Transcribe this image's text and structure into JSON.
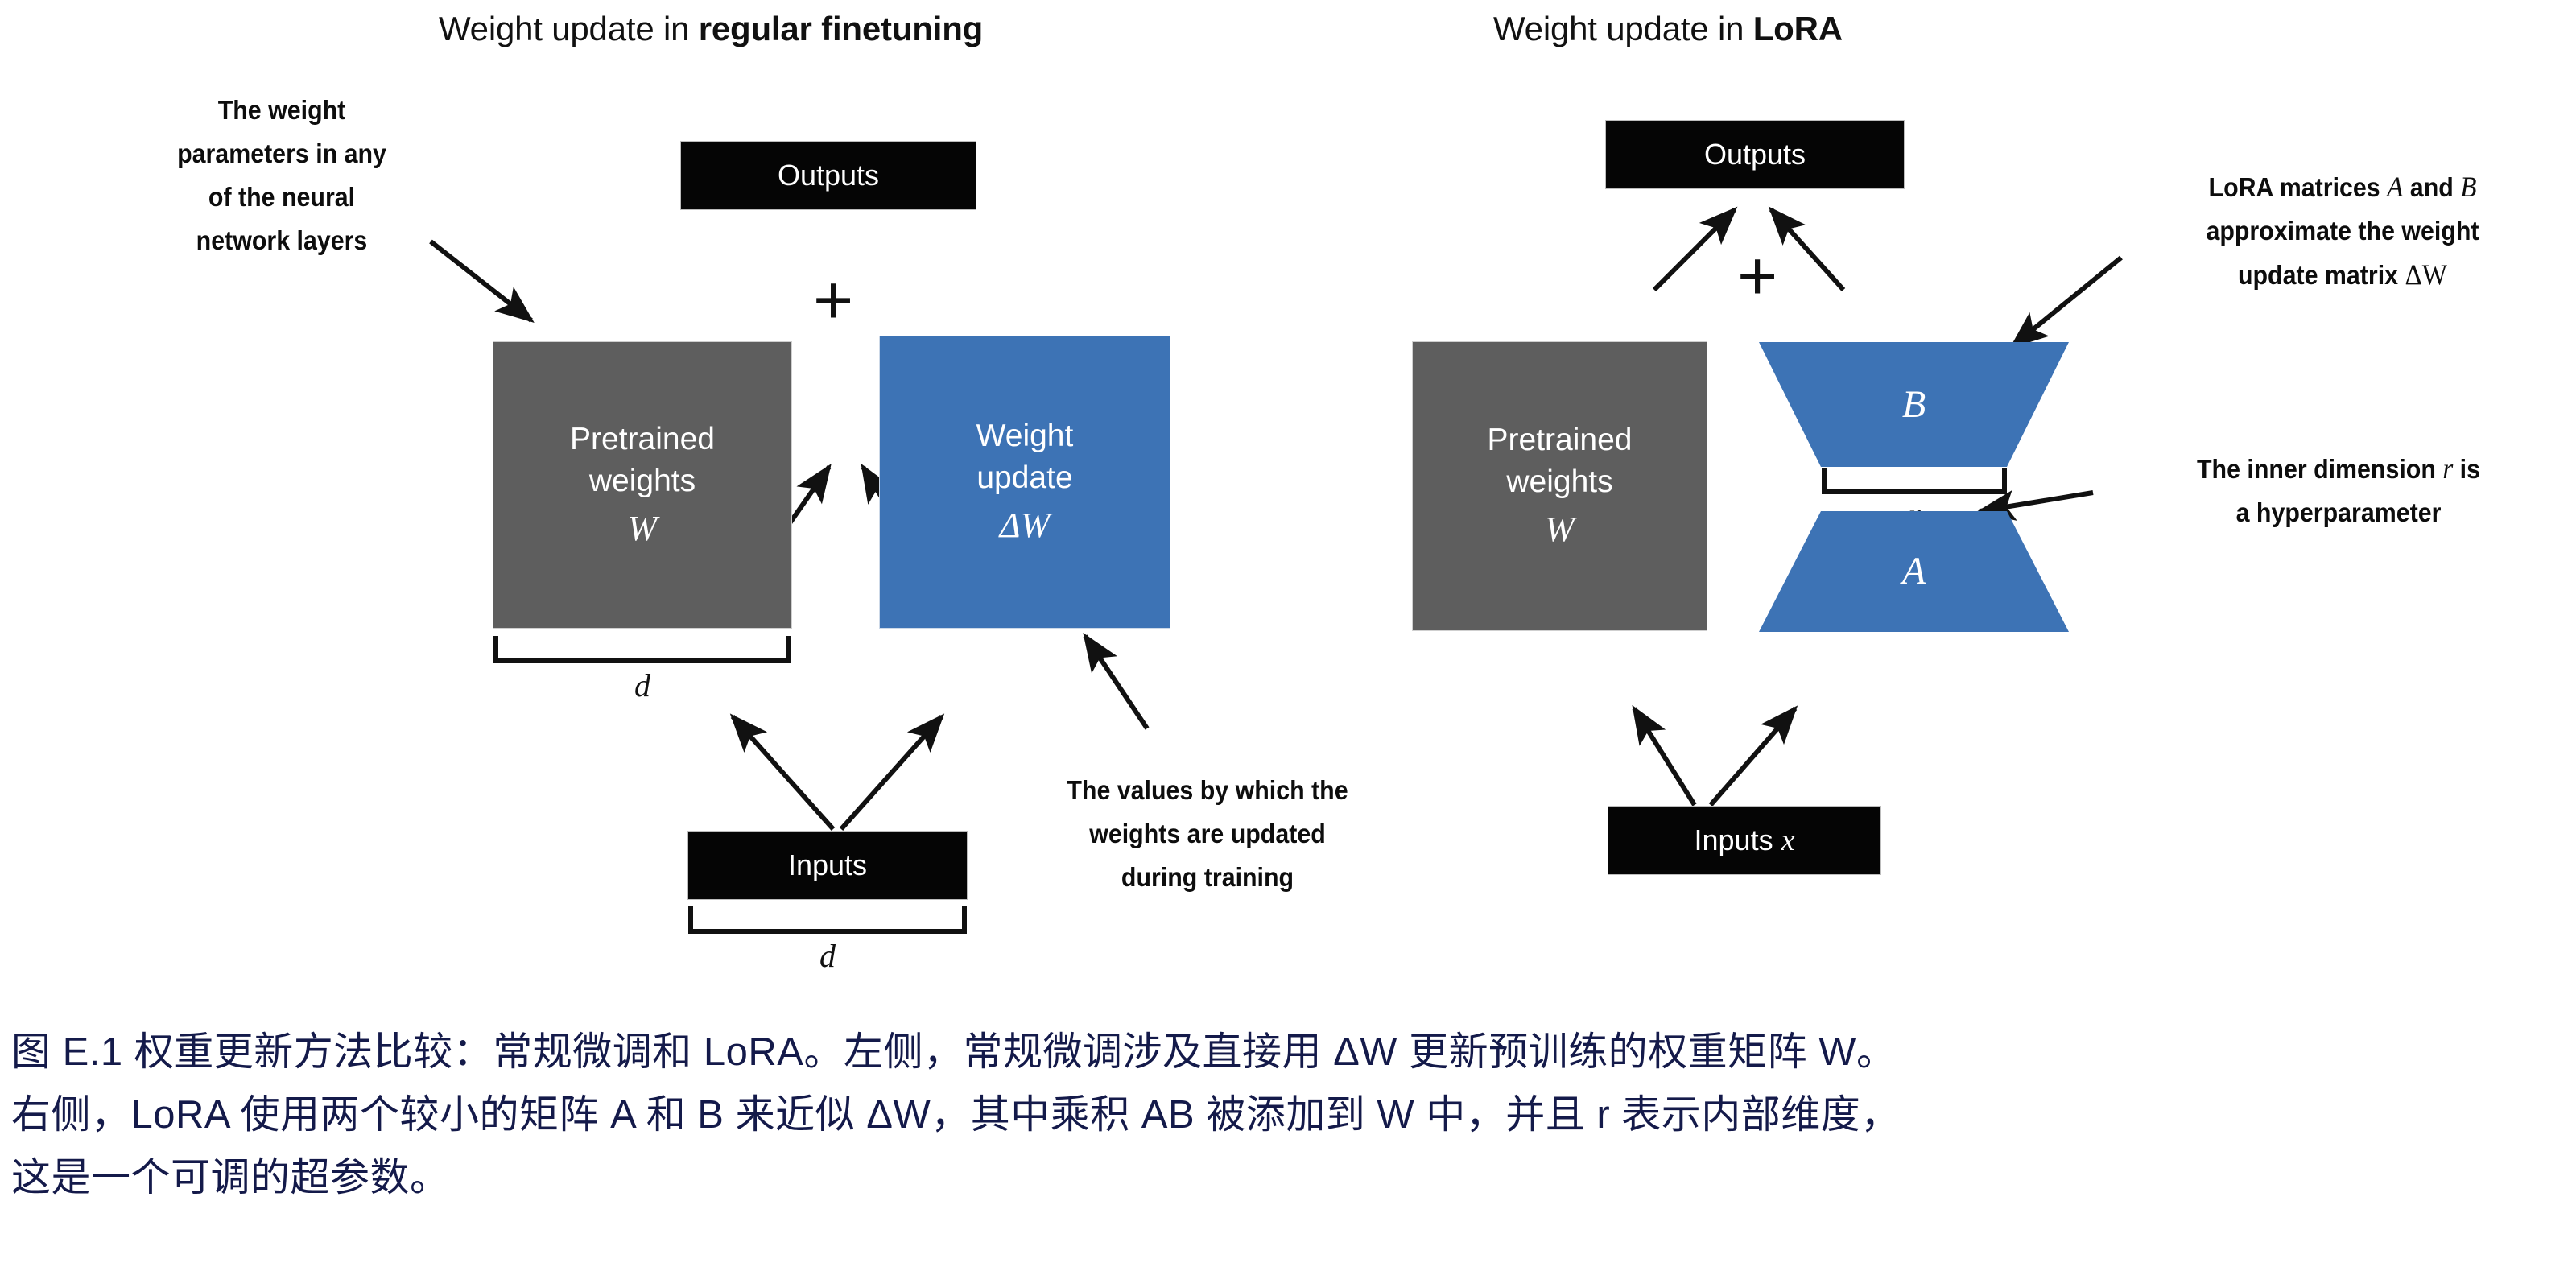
{
  "figure": {
    "left_panel": {
      "title_prefix": "Weight update in ",
      "title_emphasis": "regular finetuning",
      "output_box": "Outputs",
      "plus": "+",
      "pretrained_box": {
        "line1": "Pretrained",
        "line2": "weights",
        "math": "W"
      },
      "update_box": {
        "line1": "Weight",
        "line2": "update",
        "math": "ΔW"
      },
      "input_box": "Inputs",
      "dim_under_weights": "d",
      "dim_under_inputs": "d",
      "annotation_left": {
        "line1": "The weight",
        "line2": "parameters in any",
        "line3": "of the neural",
        "line4": "network layers"
      },
      "annotation_bottom": {
        "line1": "The values by which the",
        "line2": "weights are updated",
        "line3": "during training"
      }
    },
    "right_panel": {
      "title_prefix": "Weight update in ",
      "title_emphasis": "LoRA",
      "output_box": "Outputs",
      "plus": "+",
      "pretrained_box": {
        "line1": "Pretrained",
        "line2": "weights",
        "math": "W"
      },
      "matrix_b": "B",
      "matrix_a": "A",
      "inner_dim": "r",
      "input_box_text": "Inputs",
      "input_box_math": "x",
      "annotation_top": {
        "line1_a": "LoRA matrices ",
        "line1_b": "A",
        "line1_c": " and ",
        "line1_d": "B",
        "line2": "approximate the weight",
        "line3_a": "update matrix ",
        "line3_b": "ΔW"
      },
      "annotation_mid": {
        "line1_a": "The inner dimension ",
        "line1_b": "r",
        "line1_c": " is",
        "line2": "a hyperparameter"
      }
    },
    "caption": {
      "line1": "图 E.1 权重更新方法比较：常规微调和 LoRA。左侧，常规微调涉及直接用 ΔW 更新预训练的权重矩阵 W。",
      "line2": "右侧，LoRA 使用两个较小的矩阵 A 和 B 来近似 ΔW，其中乘积 AB 被添加到 W 中，并且 r 表示内部维度，",
      "line3": "这是一个可调的超参数。"
    },
    "colors": {
      "blue": "#3d73b5",
      "grey": "#5e5e5e",
      "black": "#050505",
      "caption_text": "#141a4a",
      "background": "#ffffff"
    }
  }
}
